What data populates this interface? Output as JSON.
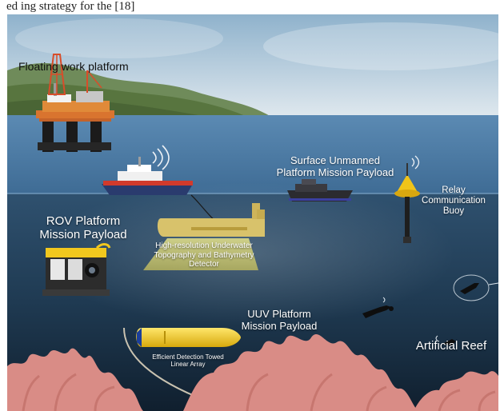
{
  "caption": "ed ing strategy for the [18]",
  "labels": {
    "floating_platform": "Floating work platform",
    "surface_payload_1": "Surface Unmanned",
    "surface_payload_2": "Platform Mission Payload",
    "relay_1": "Relay",
    "relay_2": "Communication",
    "relay_3": "Buoy",
    "rov_1": "ROV Platform",
    "rov_2": "Mission Payload",
    "detector_1": "High-resolution Underwater",
    "detector_2": "Topography and Bathymetry",
    "detector_3": "Detector",
    "uuv_1": "UUV Platform",
    "uuv_2": "Mission Payload",
    "towed_1": "Efficient Detection Towed",
    "towed_2": "Linear Array",
    "reef": "Artificial Reef"
  },
  "colors": {
    "sky_top": "#a9c3d6",
    "sky_bottom": "#d8e4ec",
    "sea_surface": "#4a79a3",
    "sea_deep": "#13283b",
    "reef": "#d98c86",
    "uuv": "#f2c81e",
    "buoy": "#f0c419"
  }
}
